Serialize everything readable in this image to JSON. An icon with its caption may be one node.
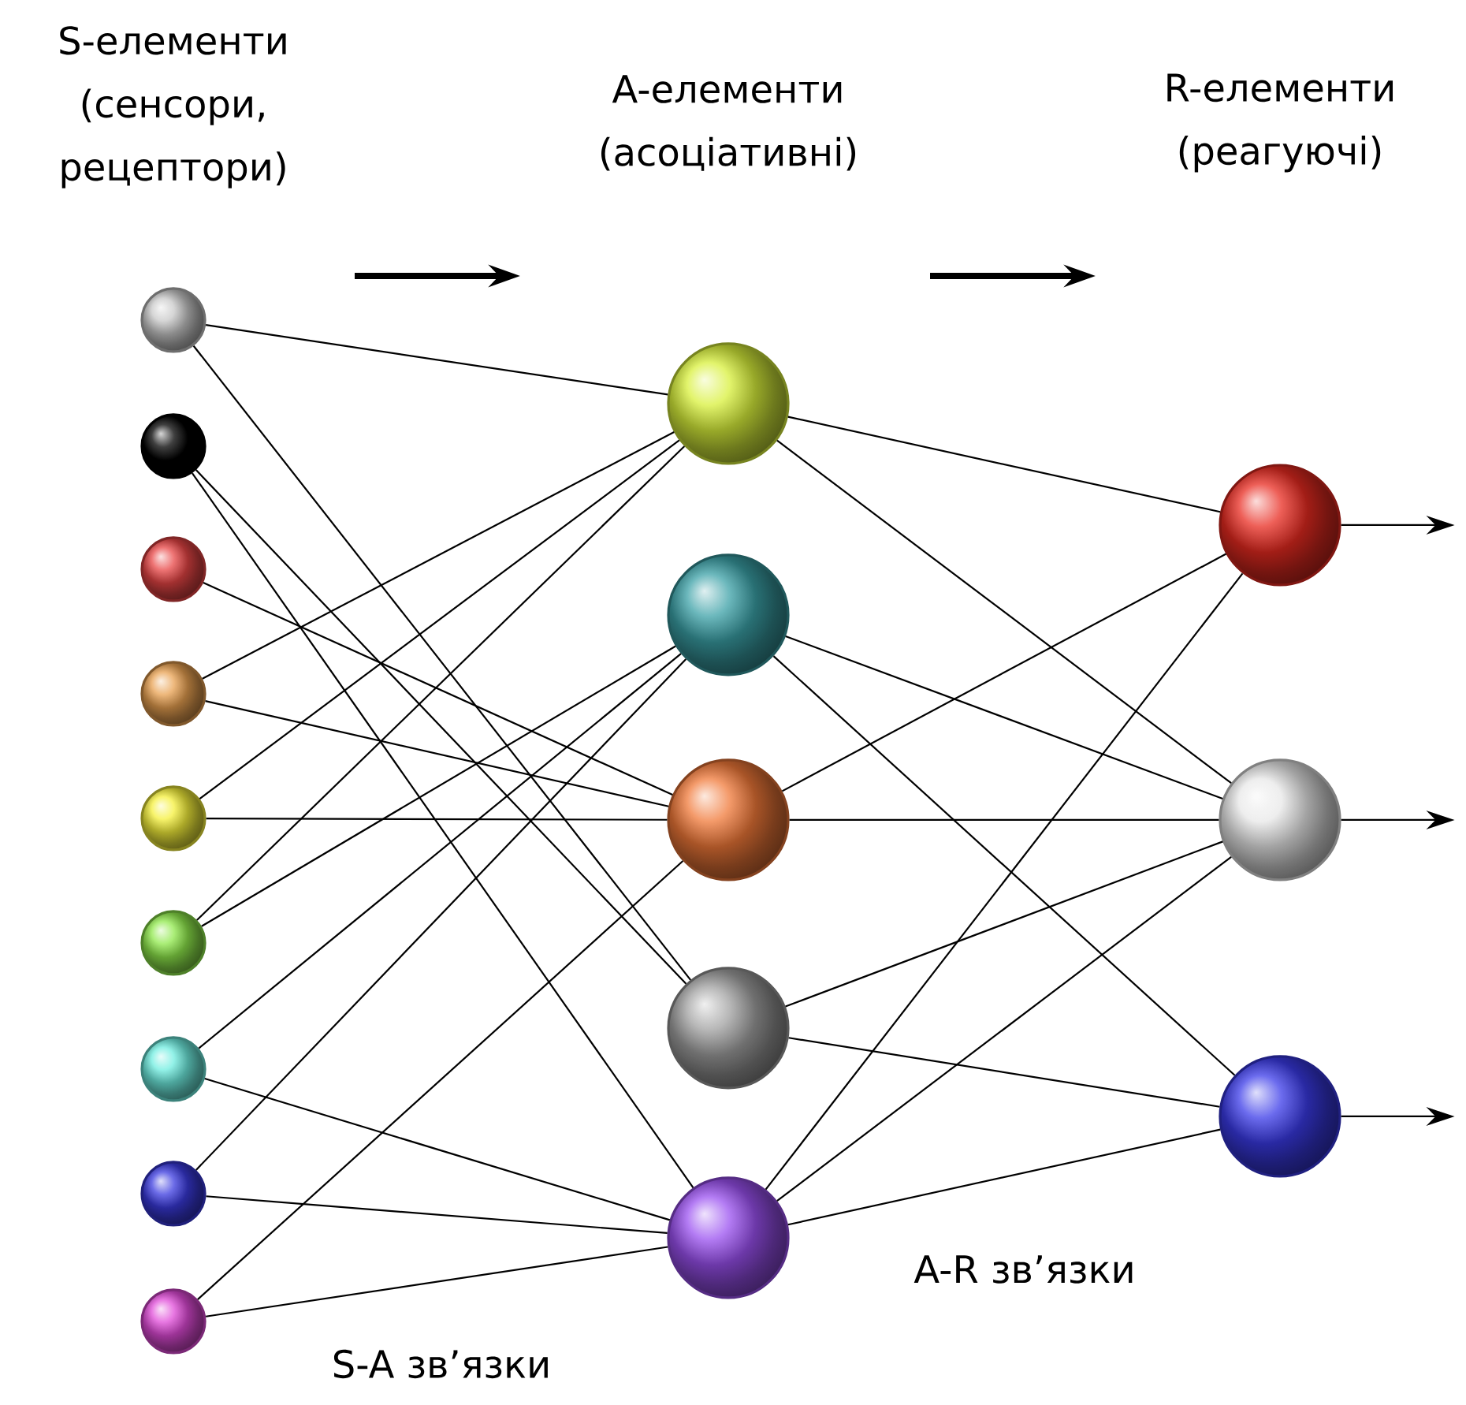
{
  "diagram": {
    "nodes": [
      {
        "text": [],
        "shape": "circle"
      },
      {
        "text": [],
        "shape": "circle"
      },
      {
        "text": [],
        "shape": "circle"
      },
      {
        "text": [],
        "shape": "circle"
      },
      {
        "text": [],
        "shape": "circle"
      },
      {
        "text": [],
        "shape": "circle"
      },
      {
        "text": [],
        "shape": "circle"
      },
      {
        "text": [],
        "shape": "circle"
      },
      {
        "text": [],
        "shape": "circle"
      },
      {
        "text": [],
        "shape": "circle"
      },
      {
        "text": [],
        "shape": "circle"
      },
      {
        "text": [],
        "shape": "circle"
      },
      {
        "text": [],
        "shape": "circle"
      },
      {
        "text": [],
        "shape": "circle"
      },
      {
        "text": [],
        "shape": "circle"
      },
      {
        "text": [],
        "shape": "circle"
      },
      {
        "text": [],
        "shape": "circle"
      }
    ],
    "edges": [
      {
        "from": 0,
        "to": 9,
        "arrow": "none"
      },
      {
        "from": 0,
        "to": 12,
        "arrow": "none"
      },
      {
        "from": 1,
        "to": 12,
        "arrow": "none"
      },
      {
        "from": 1,
        "to": 13,
        "arrow": "none"
      },
      {
        "from": 2,
        "to": 11,
        "arrow": "none"
      },
      {
        "from": 3,
        "to": 9,
        "arrow": "none"
      },
      {
        "from": 3,
        "to": 11,
        "arrow": "none"
      },
      {
        "from": 4,
        "to": 9,
        "arrow": "none"
      },
      {
        "from": 4,
        "to": 11,
        "arrow": "none"
      },
      {
        "from": 5,
        "to": 9,
        "arrow": "none"
      },
      {
        "from": 5,
        "to": 10,
        "arrow": "none"
      },
      {
        "from": 6,
        "to": 10,
        "arrow": "none"
      },
      {
        "from": 6,
        "to": 13,
        "arrow": "none"
      },
      {
        "from": 7,
        "to": 10,
        "arrow": "none"
      },
      {
        "from": 7,
        "to": 13,
        "arrow": "none"
      },
      {
        "from": 8,
        "to": 11,
        "arrow": "none"
      },
      {
        "from": 8,
        "to": 13,
        "arrow": "none"
      },
      {
        "from": 9,
        "to": 14,
        "arrow": "none"
      },
      {
        "from": 9,
        "to": 15,
        "arrow": "none"
      },
      {
        "from": 10,
        "to": 15,
        "arrow": "none"
      },
      {
        "from": 10,
        "to": 16,
        "arrow": "none"
      },
      {
        "from": 11,
        "to": 14,
        "arrow": "none"
      },
      {
        "from": 11,
        "to": 15,
        "arrow": "none"
      },
      {
        "from": 12,
        "to": 15,
        "arrow": "none"
      },
      {
        "from": 12,
        "to": 16,
        "arrow": "none"
      },
      {
        "from": 13,
        "to": 14,
        "arrow": "none"
      },
      {
        "from": 13,
        "to": 15,
        "arrow": "none"
      },
      {
        "from": 13,
        "to": 16,
        "arrow": "none"
      },
      {
        "from": 14,
        "to": null,
        "arrow": "to"
      },
      {
        "from": 15,
        "to": null,
        "arrow": "to"
      },
      {
        "from": 16,
        "to": null,
        "arrow": "to"
      }
    ],
    "labels": [
      "S-елементи (сенсори, рецептори)",
      "A-елементи (асоціативні)",
      "R-елементи (реагуючі)",
      "A-R зв’язки",
      "S-A зв’язки"
    ]
  }
}
